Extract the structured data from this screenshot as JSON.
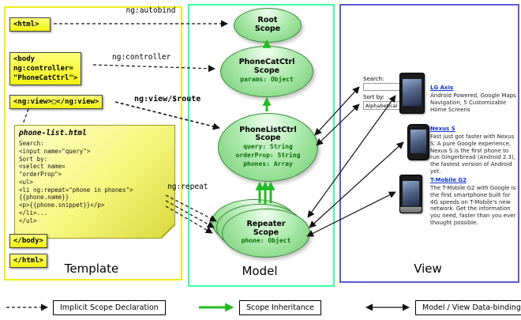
{
  "sections": {
    "template_label": "Template",
    "model_label": "Model",
    "view_label": "View"
  },
  "template": {
    "html_open": "<html>",
    "body_open": "<body\nng:controller=\n\"PhoneCatCtrl\">",
    "ng_view": "<ng:view>□</ng:view>",
    "note_title": "phone-list.html",
    "note_code": [
      "Search:",
      "<input name=\"query\">",
      "Sort by:",
      "<select name=",
      "\"orderProp\">",
      "<ul>",
      "<li ng:repeat=\"phone in phones\">",
      "{{phone.name}}",
      "<p>{{phone.snippet}}</p>",
      "</li>...",
      "</ul>"
    ],
    "body_close": "</body>",
    "html_close": "</html>"
  },
  "arrow_labels": {
    "autobind": "ng:autobind",
    "controller": "ng:controller",
    "view_route": "ng:view/$route",
    "repeat": "ng:repeat"
  },
  "model": {
    "root_scope": {
      "name": "Root\nScope"
    },
    "phonecat_scope": {
      "name": "PhoneCatCtrl\nScope",
      "prop0": "params: Object"
    },
    "phonelist_scope": {
      "name": "PhoneListCtrl\nScope",
      "props": [
        "query: String",
        "orderProp: String",
        "phones: Array"
      ]
    },
    "repeater_scope": {
      "name": "Repeater\nScope",
      "prop0": "phone: Object"
    }
  },
  "view": {
    "search_label": "Search:",
    "search_value": "",
    "sort_label": "Sort by:",
    "sort_value": "Alphabetical",
    "phones": [
      {
        "name": "LG Axis",
        "desc": "Android Powered, Google Maps Navigation, 5 Customizable Home Screens"
      },
      {
        "name": "Nexus S",
        "desc": "Fast just got faster with Nexus S. A pure Google experience, Nexus S is the first phone to run Gingerbread (Android 2.3), the fastest version of Android yet."
      },
      {
        "name": "T-Mobile G2",
        "desc": "The T-Mobile G2 with Google is the first smartphone built for 4G speeds on T-Mobile's new network. Get the information you need, faster than you ever thought possible."
      }
    ]
  },
  "legend": [
    {
      "label": "Implicit Scope Declaration"
    },
    {
      "label": "Scope Inheritance"
    },
    {
      "label": "Model / View Data-binding"
    }
  ],
  "icons": {
    "dropdown_arrow": "▾"
  },
  "colors": {
    "template_border": "#f0ed1a",
    "model_border": "#3dfca5",
    "view_border": "#5b5bd6",
    "scope_fill": "#8fd98f",
    "inheritance_green": "#22bb22",
    "link_blue": "#1133cc",
    "tag_yellow": "#f2f20e"
  }
}
